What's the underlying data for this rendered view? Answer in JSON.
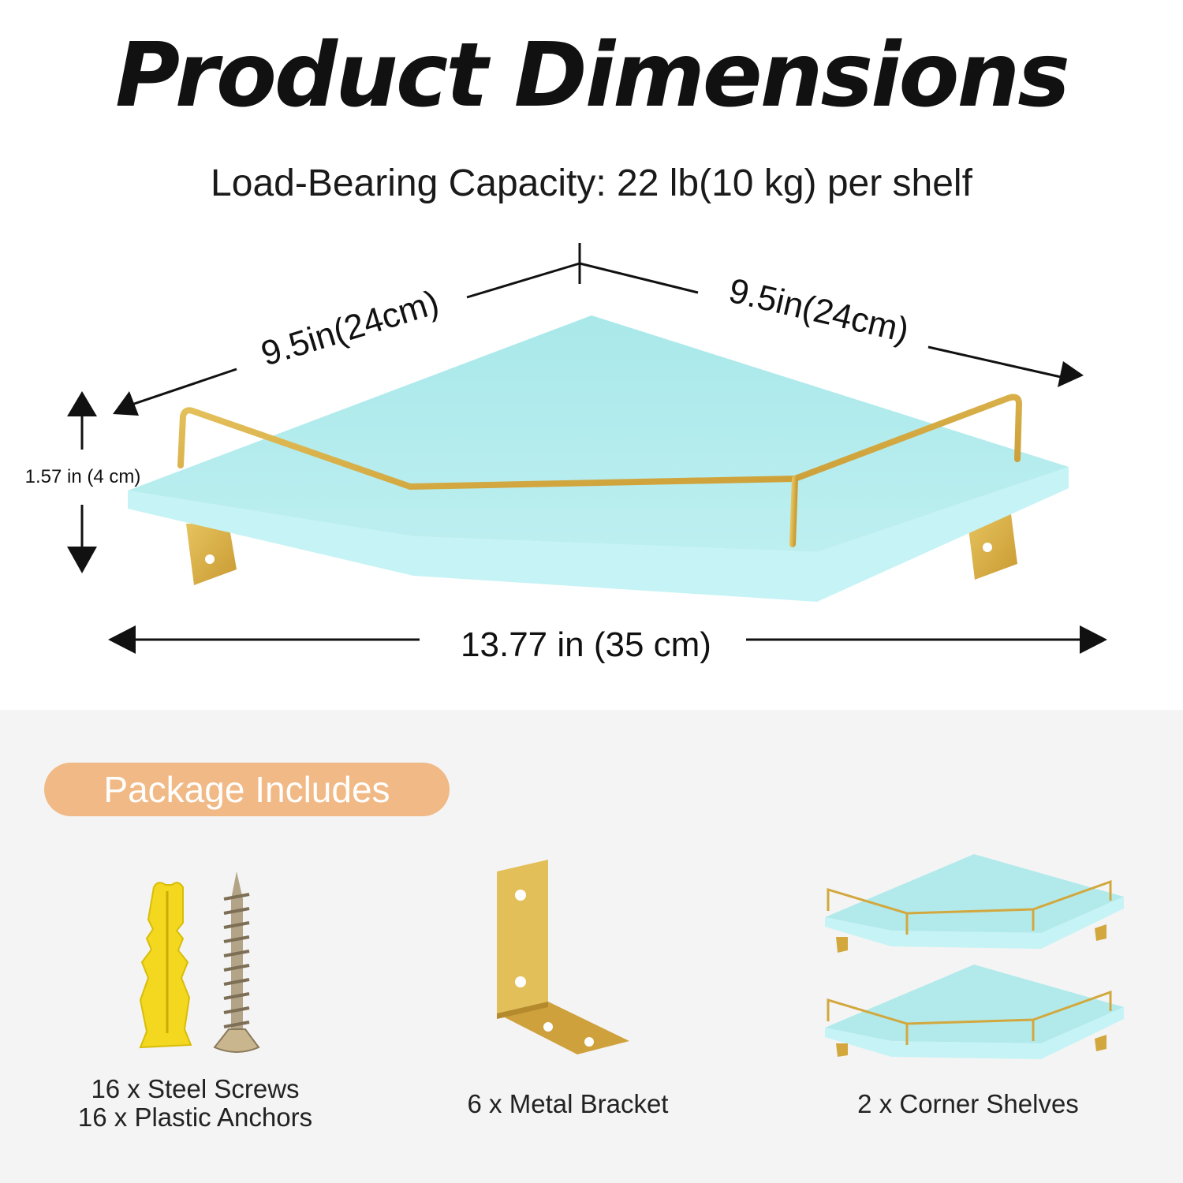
{
  "header": {
    "title": "Product Dimensions",
    "subtitle": "Load-Bearing Capacity: 22 lb(10 kg) per shelf"
  },
  "dimensions": {
    "left_edge": "9.5in(24cm)",
    "right_edge": "9.5in(24cm)",
    "height": "1.57 in (4 cm)",
    "width": "13.77 in (35 cm)"
  },
  "package": {
    "heading": "Package Includes",
    "items": [
      {
        "line1": "16 x Steel Screws",
        "line2": "16 x Plastic Anchors"
      },
      {
        "line1": "6 x Metal Bracket"
      },
      {
        "line1": "2 x Corner Shelves"
      }
    ]
  },
  "colors": {
    "shelf_top": "#b4ecec",
    "shelf_side": "#c4f4f6",
    "gold": "#d9b24b",
    "pill": "#f1b985",
    "anchor_yellow": "#f3d81f"
  }
}
